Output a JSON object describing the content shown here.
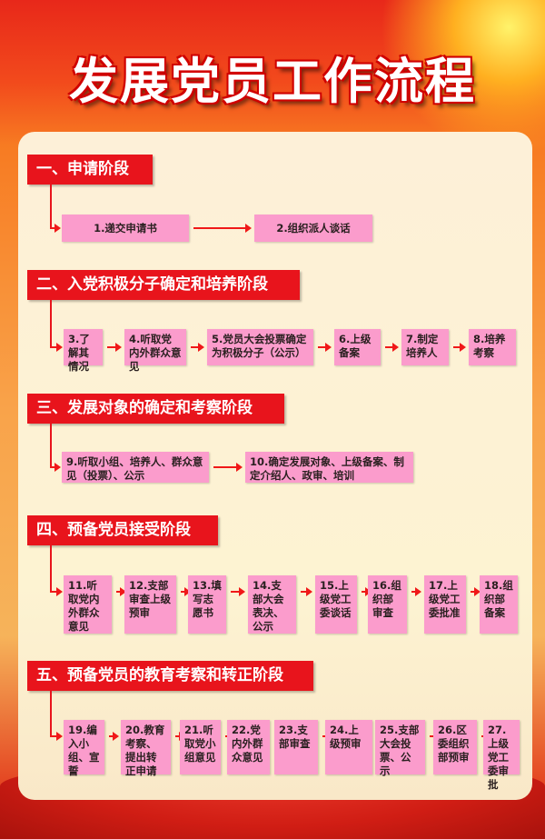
{
  "title": "发展党员工作流程",
  "sections": [
    {
      "title": "一、申请阶段",
      "steps": [
        "1.递交申请书",
        "2.组织派人谈话"
      ]
    },
    {
      "title": "二、入党积极分子确定和培养阶段",
      "steps": [
        "3.了解其情况",
        "4.听取党内外群众意见",
        "5.党员大会投票确定为积极分子（公示）",
        "6.上级备案",
        "7.制定培养人",
        "8.培养考察"
      ]
    },
    {
      "title": "三、发展对象的确定和考察阶段",
      "steps": [
        "9.听取小组、培养人、群众意见（投票）、公示",
        "10.确定发展对象、上级备案、制定介绍人、政审、培训"
      ]
    },
    {
      "title": "四、预备党员接受阶段",
      "steps": [
        "11.听取党内外群众意见",
        "12.支部审查上级预审",
        "13.填写志愿书",
        "14.支部大会表决、公示",
        "15.上级党工委谈话",
        "16.组织部审查",
        "17.上级党工委批准",
        "18.组织部备案"
      ]
    },
    {
      "title": "五、预备党员的教育考察和转正阶段",
      "steps": [
        "19.编入小组、宣誓",
        "20.教育考察、提出转正申请",
        "21.听取党小组意见",
        "22.党内外群众意见",
        "23.支部审查",
        "24.上级预审",
        "25.支部大会投票、公示",
        "26.区委组织部预审",
        "27.上级党工委审批"
      ]
    }
  ]
}
